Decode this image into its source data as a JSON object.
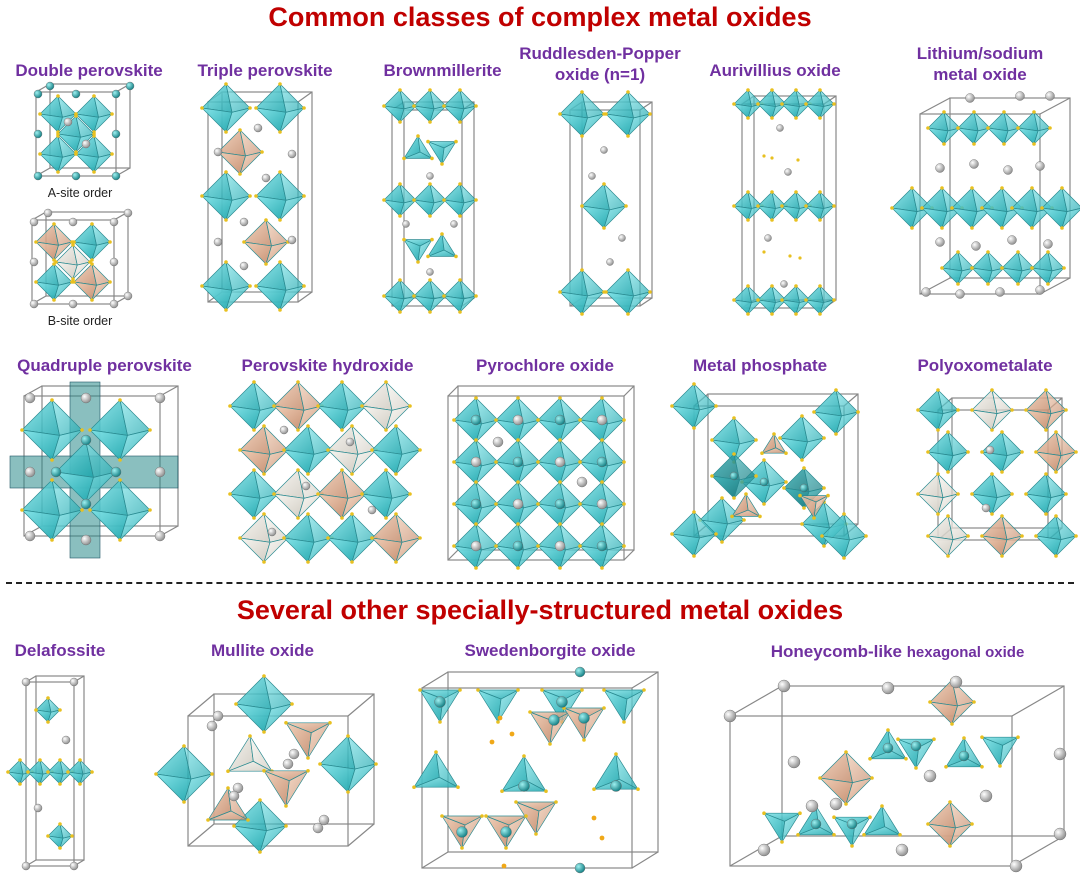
{
  "headings": {
    "common": "Common classes of complex metal oxides",
    "other": "Several other specially-structured metal oxides"
  },
  "structures": {
    "double_perovskite": "Double perovskite",
    "a_site_order": "A-site order",
    "b_site_order": "B-site order",
    "triple_perovskite": "Triple perovskite",
    "brownmillerite": "Brownmillerite",
    "ruddlesden_popper_line1": "Ruddlesden-Popper",
    "ruddlesden_popper_line2": "oxide (n=1)",
    "aurivillius": "Aurivillius oxide",
    "lithium_sodium_line1": "Lithium/sodium",
    "lithium_sodium_line2": "metal oxide",
    "quadruple_perovskite": "Quadruple perovskite",
    "perovskite_hydroxide": "Perovskite hydroxide",
    "pyrochlore": "Pyrochlore oxide",
    "metal_phosphate": "Metal phosphate",
    "polyoxometalate": "Polyoxometalate",
    "delafossite": "Delafossite",
    "mullite": "Mullite oxide",
    "swedenborgite": "Swedenborgite oxide",
    "honeycomb_main": "Honeycomb-like",
    "honeycomb_small": "hexagonal oxide"
  },
  "colors": {
    "heading": "#c00000",
    "label": "#7030a0",
    "polyhedron_cyan": "#2fbfc6",
    "polyhedron_tan": "#d9a98a",
    "polyhedron_white": "#e8e4dc",
    "atom_gray": "#b8b8b8",
    "oxygen_yellow": "#e8c020"
  }
}
